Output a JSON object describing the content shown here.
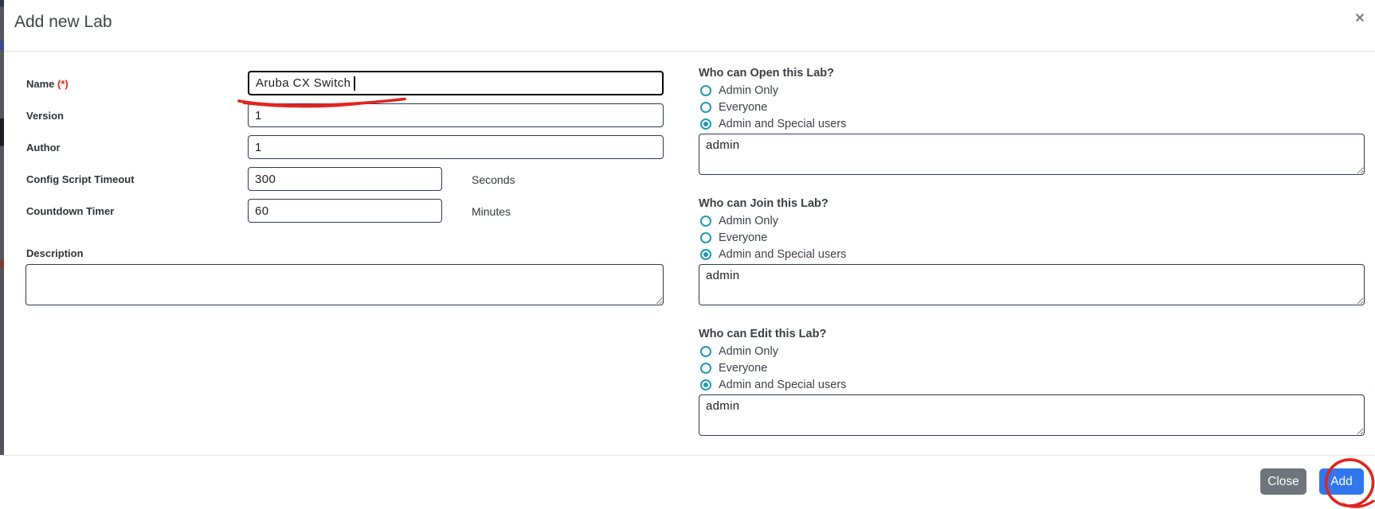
{
  "modal": {
    "title": "Add new Lab",
    "close_icon": "✕"
  },
  "form": {
    "fields": [
      {
        "label": "Name",
        "required_mark": "(*)",
        "value": "Aruba CX Switch"
      },
      {
        "label": "Version",
        "value": "1"
      },
      {
        "label": "Author",
        "value": "1"
      },
      {
        "label": "Config Script Timeout",
        "value": "300",
        "suffix": "Seconds"
      },
      {
        "label": "Countdown Timer",
        "value": "60",
        "suffix": "Minutes"
      },
      {
        "label": "Description",
        "value": ""
      }
    ]
  },
  "permissions": {
    "sections": [
      {
        "question": "Who can Open this Lab?",
        "options": [
          "Admin Only",
          "Everyone",
          "Admin and Special users"
        ],
        "selected": 2,
        "users_value": "admin"
      },
      {
        "question": "Who can Join this Lab?",
        "options": [
          "Admin Only",
          "Everyone",
          "Admin and Special users"
        ],
        "selected": 2,
        "users_value": "admin"
      },
      {
        "question": "Who can Edit this Lab?",
        "options": [
          "Admin Only",
          "Everyone",
          "Admin and Special users"
        ],
        "selected": 2,
        "users_value": "admin"
      }
    ]
  },
  "footer": {
    "close_label": "Close",
    "add_label": "Add"
  },
  "colors": {
    "radio_teal": "#1f9aaf",
    "input_border_navy": "#2b3a55",
    "close_button_gray": "#6e757c",
    "add_button_blue": "#2f76f0",
    "annotation_red": "#e2241c",
    "required_red": "#e02b20"
  },
  "annotations": {
    "name_underline": "hand-drawn red underline beneath Name input",
    "add_circle": "hand-drawn red circle around Add button"
  }
}
